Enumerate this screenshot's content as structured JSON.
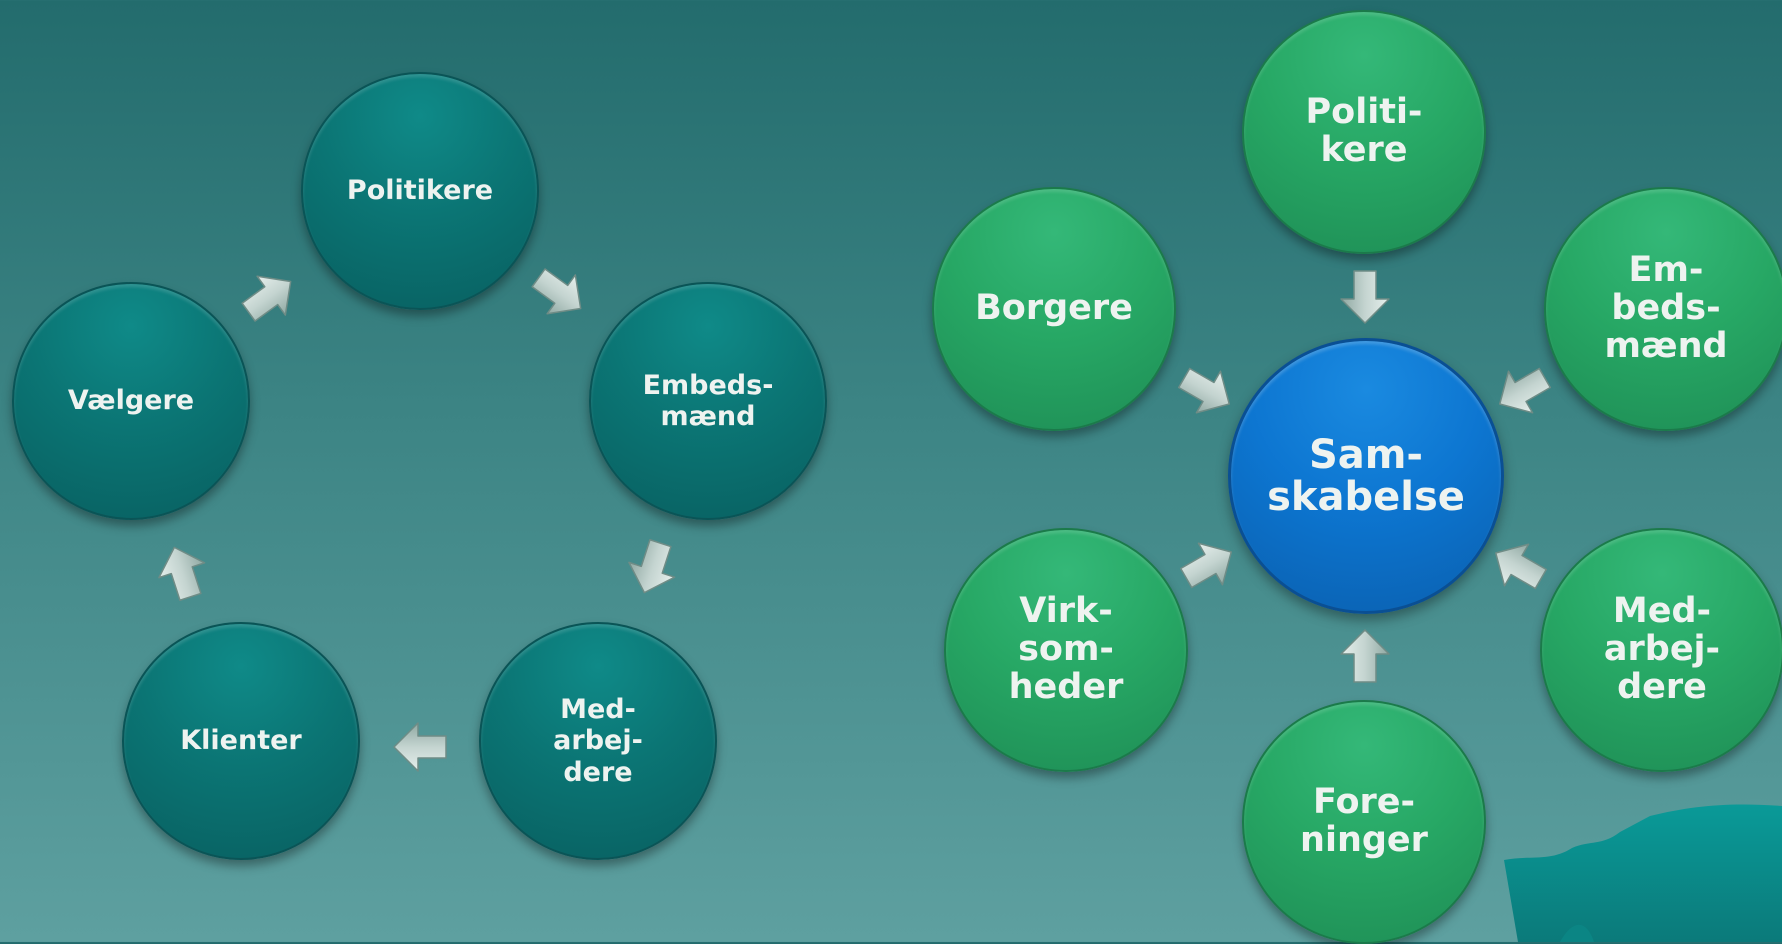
{
  "colors": {
    "background_top": "#236c6d",
    "background_bottom": "#5ea0a0",
    "cycle_circle": "#0b7574",
    "stakeholder_circle": "#27a865",
    "center_circle": "#0d76d1",
    "arrow": "#c4d4d0",
    "text": "#eef3f0"
  },
  "left_diagram": {
    "nodes": [
      {
        "label": "Politikere"
      },
      {
        "label": "Embeds-\nmænd"
      },
      {
        "label": "Med-\narbej-\ndere"
      },
      {
        "label": "Klienter"
      },
      {
        "label": "Vælgere"
      }
    ],
    "flow": [
      "Politikere",
      "Embeds-\nmænd",
      "Med-\narbej-\ndere",
      "Klienter",
      "Vælgere",
      "Politikere"
    ]
  },
  "right_diagram": {
    "center": {
      "label": "Sam-\nskabelse"
    },
    "nodes": [
      {
        "label": "Politi-\nkere"
      },
      {
        "label": "Em-\nbeds-\nmænd"
      },
      {
        "label": "Med-\narbej-\ndere"
      },
      {
        "label": "Fore-\nninger"
      },
      {
        "label": "Virk-\nsom-\nheder"
      },
      {
        "label": "Borgere"
      }
    ],
    "flow": "all nodes point to center"
  }
}
